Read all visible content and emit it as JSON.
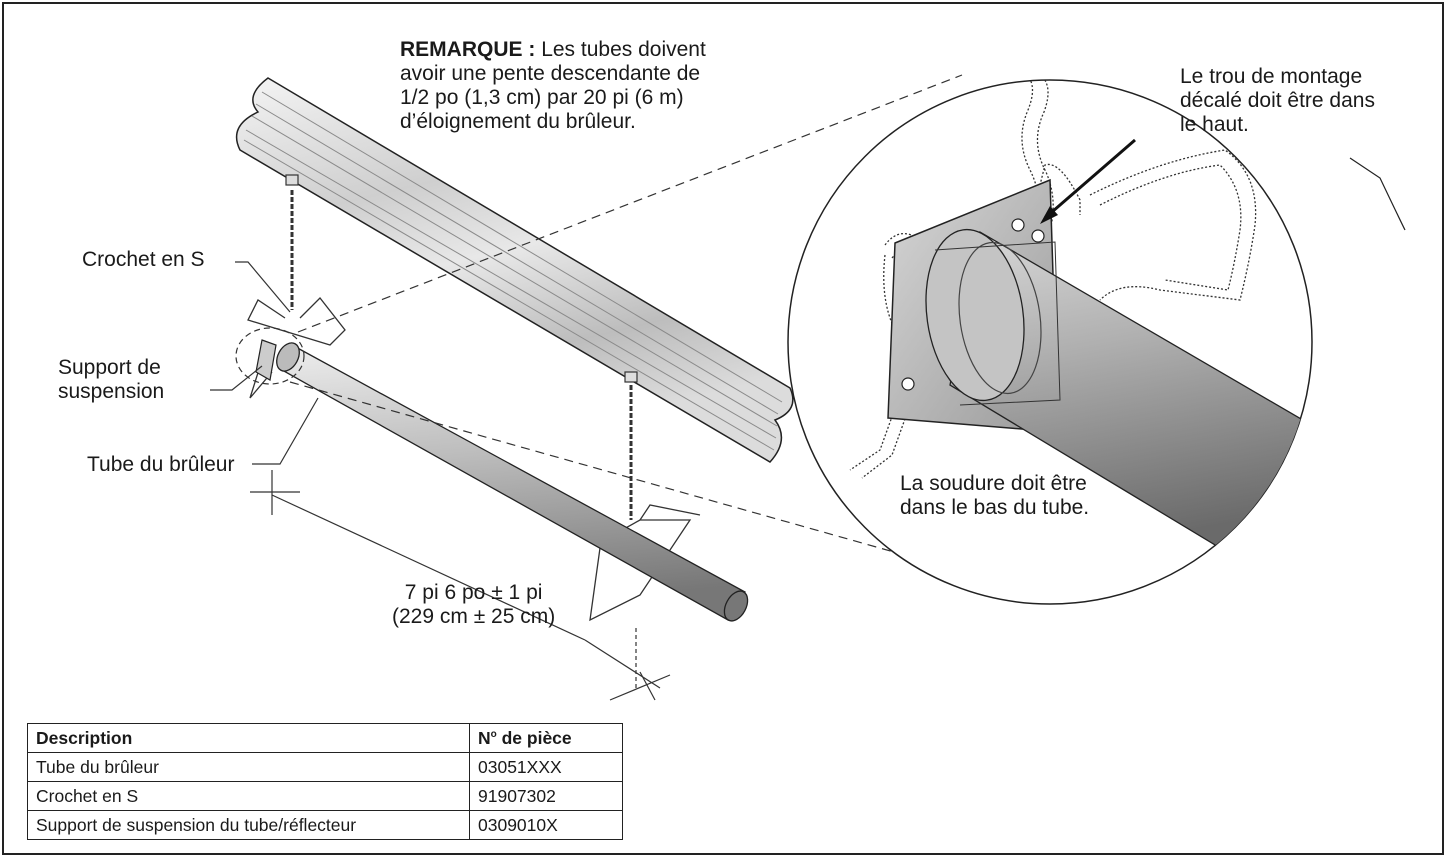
{
  "note": {
    "bold": "REMARQUE :",
    "line1": "Les tubes doivent",
    "line2": "avoir une pente descendante de",
    "line3": "1/2 po (1,3 cm) par 20 pi (6 m)",
    "line4": "d’éloignement du brûleur."
  },
  "labels": {
    "s_hook": "Crochet en S",
    "support_line1": "Support de",
    "support_line2": "suspension",
    "tube": "Tube du brûleur",
    "dim_line1": "7 pi 6 po ± 1 pi",
    "dim_line2": "(229 cm ± 25 cm)",
    "hole_line1": "Le trou de montage",
    "hole_line2": "décalé doit être dans",
    "hole_line3": "le haut.",
    "weld_line1": "La soudure doit être",
    "weld_line2": "dans le bas du tube."
  },
  "table": {
    "headers": [
      "Description",
      "N",
      "o",
      " de pièce"
    ],
    "rows": [
      {
        "desc": "Tube du brûleur",
        "part": "03051XXX"
      },
      {
        "desc": "Crochet en S",
        "part": "91907302"
      },
      {
        "desc": "Support de suspension du tube/réflecteur",
        "part": "0309010X"
      }
    ]
  },
  "colors": {
    "metal_light": "#f2f2f2",
    "metal_mid": "#b5b5b5",
    "metal_dark": "#6e6e6e",
    "line": "#222222"
  }
}
